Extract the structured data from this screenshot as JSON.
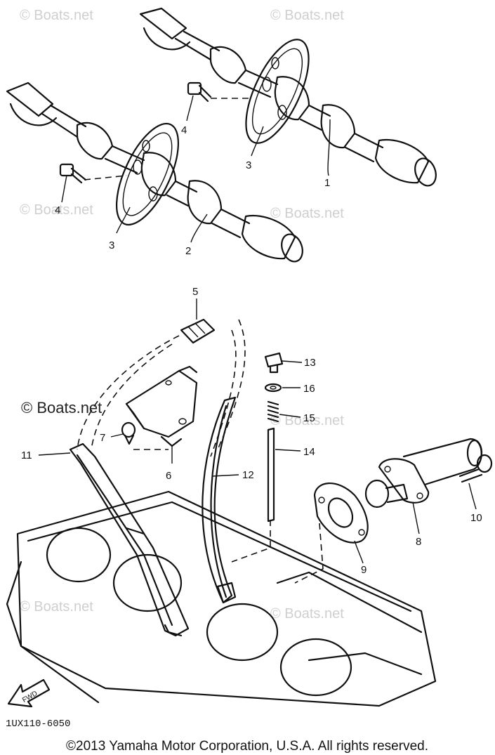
{
  "watermarks": {
    "tl": "© Boats.net",
    "tr": "© Boats.net",
    "ml": "© Boats.net",
    "mr": "© Boats.net",
    "center": "© Boats.net",
    "center_r": "© Boats.net",
    "bl": "© Boats.net",
    "br": "© Boats.net"
  },
  "callouts": [
    "1",
    "2",
    "3",
    "3",
    "4",
    "4",
    "5",
    "6",
    "7",
    "8",
    "9",
    "10",
    "11",
    "12",
    "13",
    "14",
    "15",
    "16"
  ],
  "fwd_label": "FWD",
  "diagram_code": "1UX110-6050",
  "copyright": "©2013 Yamaha Motor Corporation, U.S.A. All rights reserved."
}
